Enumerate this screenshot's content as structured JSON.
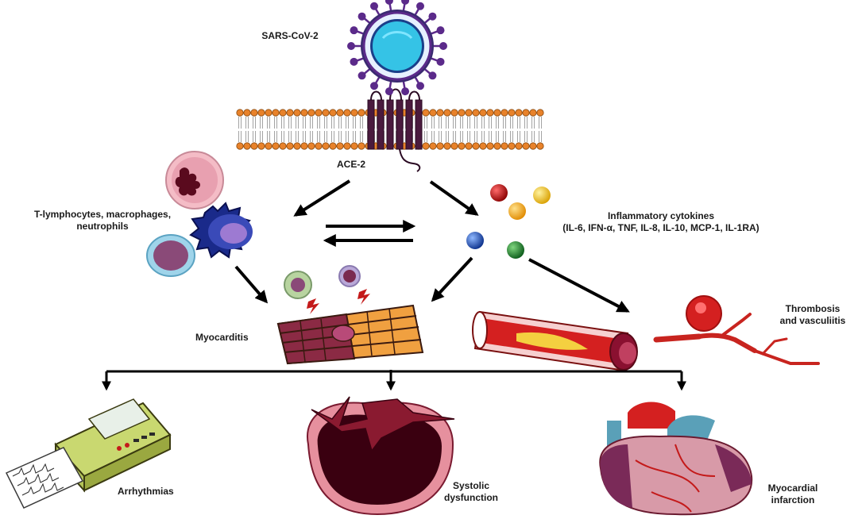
{
  "labels": {
    "virus": "SARS-CoV-2",
    "receptor": "ACE-2",
    "immune_cells": [
      "T-lymphocytes, macrophages,",
      "neutrophils"
    ],
    "cytokines_title": "Inflammatory cytokines",
    "cytokines_list": "(IL-6, IFN-α, TNF, IL-8, IL-10, MCP-1, IL-1RA)",
    "myocarditis": "Myocarditis",
    "thrombosis": [
      "Thrombosis",
      "and vasculiitis"
    ],
    "arrhythmias": "Arrhythmias",
    "systolic": [
      "Systolic",
      "dysfunction"
    ],
    "infarction": [
      "Myocardial",
      "infarction"
    ]
  },
  "colors": {
    "membrane_head": "#e8822a",
    "virus_spike": "#5b2a8a",
    "virus_core": "#35c3e6",
    "muscle": "#8b2a44",
    "vessel": "#c8241f",
    "heart": "#b23a5a",
    "ecg_body": "#c9d870"
  }
}
